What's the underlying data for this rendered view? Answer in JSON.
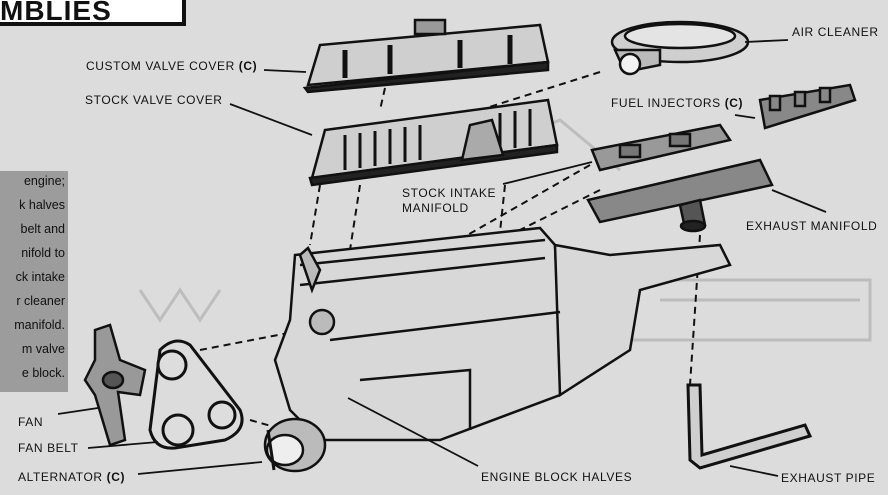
{
  "title": "MBLIES",
  "labels": {
    "custom_valve_cover": "CUSTOM VALVE COVER",
    "custom_valve_cover_code": "(C)",
    "stock_valve_cover": "STOCK VALVE COVER",
    "air_cleaner": "AIR CLEANER",
    "fuel_injectors": "FUEL INJECTORS",
    "fuel_injectors_code": "(C)",
    "stock_intake_manifold_line1": "STOCK INTAKE",
    "stock_intake_manifold_line2": "MANIFOLD",
    "exhaust_manifold": "EXHAUST MANIFOLD",
    "fan": "FAN",
    "fan_belt": "FAN BELT",
    "alternator": "ALTERNATOR",
    "alternator_code": "(C)",
    "engine_block_halves": "ENGINE BLOCK HALVES",
    "exhaust_pipe": "EXHAUST PIPE"
  },
  "instructions": [
    "engine;",
    "k halves",
    "belt and",
    "nifold to",
    "ck intake",
    "r cleaner",
    "manifold.",
    "m valve",
    "e block."
  ],
  "colors": {
    "paper": "#dcdcdc",
    "ink": "#111111",
    "instruction_panel": "#9c9c9c",
    "part_fill": "#cfcfcf"
  }
}
